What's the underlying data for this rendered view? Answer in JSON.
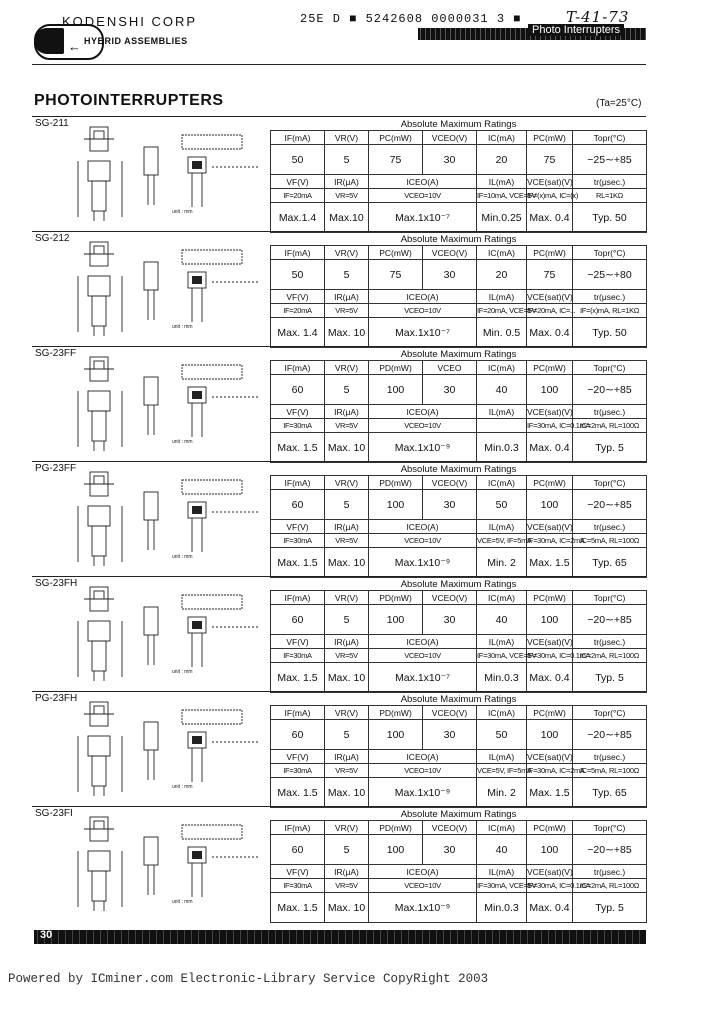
{
  "header": {
    "company": "KODENSHI CORP",
    "division": "HYBRID ASSEMBLIES",
    "doc_ref": "25E D ■ 5242608 0000031 3 ■",
    "hand_code": "T-41-73",
    "banner": "Photo Interrupters"
  },
  "page": {
    "title": "PHOTOINTERRUPTERS",
    "condition": "(Ta=25°C)",
    "page_number": "30"
  },
  "ratings_title": "Absolute Maximum Ratings",
  "products": [
    {
      "model": "SG-211",
      "max_headers": [
        "IF(mA)",
        "VR(V)",
        "PC(mW)",
        "VCEO(V)",
        "IC(mA)",
        "PC(mW)",
        "Topr(°C)"
      ],
      "max_values": [
        "50",
        "5",
        "75",
        "30",
        "20",
        "75",
        "−25∼+85"
      ],
      "char_headers": [
        "VF(V)",
        "IR(μA)",
        "ICEO(A)",
        "IL(mA)",
        "VCE(sat)(V)",
        "tr(μsec.)"
      ],
      "char_conditions": [
        "IF=20mA",
        "VR=5V",
        "VCEO=10V",
        "IF=10mA, VCE=5V",
        "IF=(x)mA, IC=(x)",
        "RL=1KΩ"
      ],
      "char_values": [
        "Max.1.4",
        "Max.10",
        "Max.1x10⁻⁷",
        "Min.0.25",
        "Max. 0.4",
        "Typ. 50"
      ]
    },
    {
      "model": "SG-212",
      "max_headers": [
        "IF(mA)",
        "VR(V)",
        "PC(mW)",
        "VCEO(V)",
        "IC(mA)",
        "PC(mW)",
        "Topr(°C)"
      ],
      "max_values": [
        "50",
        "5",
        "75",
        "30",
        "20",
        "75",
        "−25∼+80"
      ],
      "char_headers": [
        "VF(V)",
        "IR(μA)",
        "ICEO(A)",
        "IL(mA)",
        "VCE(sat)(V)",
        "tr(μsec.)"
      ],
      "char_conditions": [
        "IF=20mA",
        "VR=5V",
        "VCEO=10V",
        "IF=20mA, VCE=5V",
        "IF=20mA, IC=...",
        "IF=(x)mA, RL=1KΩ"
      ],
      "char_values": [
        "Max. 1.4",
        "Max. 10",
        "Max.1x10⁻⁷",
        "Min. 0.5",
        "Max. 0.4",
        "Typ. 50"
      ]
    },
    {
      "model": "SG-23FF",
      "max_headers": [
        "IF(mA)",
        "VR(V)",
        "PD(mW)",
        "VCEO",
        "IC(mA)",
        "PC(mW)",
        "Topr(°C)"
      ],
      "max_values": [
        "60",
        "5",
        "100",
        "30",
        "40",
        "100",
        "−20∼+85"
      ],
      "char_headers": [
        "VF(V)",
        "IR(μA)",
        "ICEO(A)",
        "IL(mA)",
        "VCE(sat)(V)",
        "tr(μsec.)"
      ],
      "char_conditions": [
        "IF=30mA",
        "VR=5V",
        "VCEO=10V",
        "",
        "IF=30mA, IC=0.1mA",
        "IC=2mA, RL=100Ω"
      ],
      "char_values": [
        "Max. 1.5",
        "Max. 10",
        "Max.1x10⁻⁹",
        "Min.0.3",
        "Max. 0.4",
        "Typ. 5"
      ]
    },
    {
      "model": "PG-23FF",
      "max_headers": [
        "IF(mA)",
        "VR(V)",
        "PD(mW)",
        "VCEO(V)",
        "IC(mA)",
        "PC(mW)",
        "Topr(°C)"
      ],
      "max_values": [
        "60",
        "5",
        "100",
        "30",
        "50",
        "100",
        "−20∼+85"
      ],
      "char_headers": [
        "VF(V)",
        "IR(μA)",
        "ICEO(A)",
        "IL(mA)",
        "VCE(sat)(V)",
        "tr(μsec.)"
      ],
      "char_conditions": [
        "IF=30mA",
        "VR=5V",
        "VCEO=10V",
        "VCE=5V, IF=5mA",
        "IF=30mA, IC=2mA",
        "IC=5mA, RL=100Ω"
      ],
      "char_values": [
        "Max. 1.5",
        "Max. 10",
        "Max.1x10⁻⁹",
        "Min. 2",
        "Max. 1.5",
        "Typ. 65"
      ]
    },
    {
      "model": "SG-23FH",
      "max_headers": [
        "IF(mA)",
        "VR(V)",
        "PD(mW)",
        "VCEO(V)",
        "IC(mA)",
        "PC(mW)",
        "Topr(°C)"
      ],
      "max_values": [
        "60",
        "5",
        "100",
        "30",
        "40",
        "100",
        "−20∼+85"
      ],
      "char_headers": [
        "VF(V)",
        "IR(μA)",
        "ICEO(A)",
        "IL(mA)",
        "VCE(sat)(V)",
        "tr(μsec.)"
      ],
      "char_conditions": [
        "IF=30mA",
        "VR=5V",
        "VCEO=10V",
        "IF=30mA, VCE=5V",
        "IF=30mA, IC=0.1mA",
        "IC=2mA, RL=100Ω"
      ],
      "char_values": [
        "Max. 1.5",
        "Max. 10",
        "Max.1x10⁻⁷",
        "Min.0.3",
        "Max. 0.4",
        "Typ. 5"
      ]
    },
    {
      "model": "PG-23FH",
      "max_headers": [
        "IF(mA)",
        "VR(V)",
        "PD(mW)",
        "VCEO(V)",
        "IC(mA)",
        "PC(mW)",
        "Topr(°C)"
      ],
      "max_values": [
        "60",
        "5",
        "100",
        "30",
        "50",
        "100",
        "−20∼+85"
      ],
      "char_headers": [
        "VF(V)",
        "IR(μA)",
        "ICEO(A)",
        "IL(mA)",
        "VCE(sat)(V)",
        "tr(μsec.)"
      ],
      "char_conditions": [
        "IF=30mA",
        "VR=5V",
        "VCEO=10V",
        "VCE=5V, IF=5mA",
        "IF=30mA, IC=2mA",
        "IC=5mA, RL=100Ω"
      ],
      "char_values": [
        "Max. 1.5",
        "Max. 10",
        "Max.1x10⁻⁹",
        "Min. 2",
        "Max. 1.5",
        "Typ. 65"
      ]
    },
    {
      "model": "SG-23FI",
      "max_headers": [
        "IF(mA)",
        "VR(V)",
        "PD(mW)",
        "VCEO(V)",
        "IC(mA)",
        "PC(mW)",
        "Topr(°C)"
      ],
      "max_values": [
        "60",
        "5",
        "100",
        "30",
        "40",
        "100",
        "−20∼+85"
      ],
      "char_headers": [
        "VF(V)",
        "IR(μA)",
        "ICEO(A)",
        "IL(mA)",
        "VCE(sat)(V)",
        "tr(μsec.)"
      ],
      "char_conditions": [
        "IF=30mA",
        "VR=5V",
        "VCEO=10V",
        "IF=30mA, VCE=5V",
        "IF=30mA, IC=0.1mA",
        "IC=2mA, RL=100Ω"
      ],
      "char_values": [
        "Max. 1.5",
        "Max. 10",
        "Max.1x10⁻⁹",
        "Min.0.3",
        "Max. 0.4",
        "Typ. 5"
      ]
    }
  ],
  "footer": {
    "credit": "Powered by ICminer.com Electronic-Library Service CopyRight 2003"
  }
}
